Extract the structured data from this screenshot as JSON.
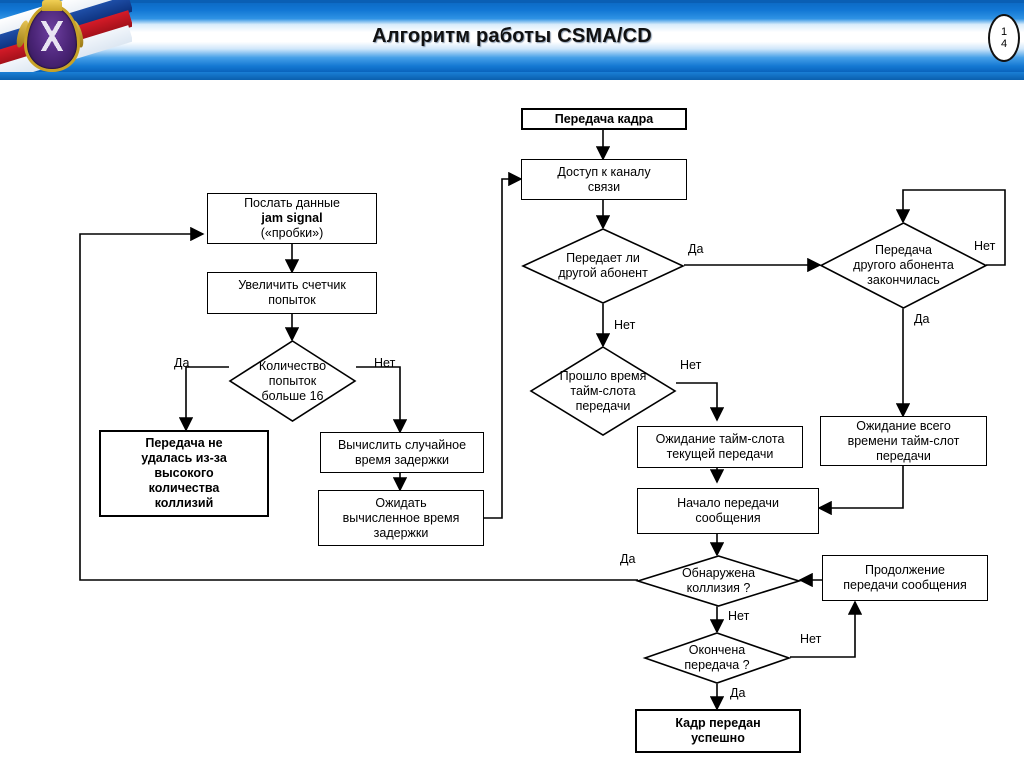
{
  "header": {
    "title": "Алгоритм  работы CSMA/CD",
    "page_top": "1",
    "page_bottom": "4",
    "emblem_name": "russian-coat-of-arms-emblem",
    "accent_color": "#0a66c0"
  },
  "diagram": {
    "type": "flowchart",
    "nodes": {
      "start_frame": "Передача кадра",
      "channel_access_l1": "Доступ к каналу",
      "channel_access_l2": "связи",
      "other_transmits_l1": "Передает ли",
      "other_transmits_l2": "другой абонент",
      "other_finished_l1": "Передача",
      "other_finished_l2": "другого абонента",
      "other_finished_l3": "закончилась",
      "slot_time_passed_l1": "Прошло время",
      "slot_time_passed_l2": "тайм-слота",
      "slot_time_passed_l3": "передачи",
      "wait_current_slot_l1": "Ожидание тайм-слота",
      "wait_current_slot_l2": "текущей передачи",
      "wait_full_slot_l1": "Ожидание всего",
      "wait_full_slot_l2": "времени тайм-слот",
      "wait_full_slot_l3": "передачи",
      "start_transmit_l1": "Начало передачи",
      "start_transmit_l2": "сообщения",
      "collision_detected_l1": "Обнаружена",
      "collision_detected_l2": "коллизия ?",
      "continue_transmit_l1": "Продолжение",
      "continue_transmit_l2": "передачи сообщения",
      "transmit_finished_l1": "Окончена",
      "transmit_finished_l2": "передача ?",
      "frame_sent_l1": "Кадр передан",
      "frame_sent_l2": "успешно",
      "send_jam_l1": "Послать данные",
      "send_jam_l2": "jam signal",
      "send_jam_l3": "(«пробки»)",
      "inc_counter_l1": "Увеличить счетчик",
      "inc_counter_l2": "попыток",
      "attempts_gt16_l1": "Количество",
      "attempts_gt16_l2": "попыток",
      "attempts_gt16_l3": "больше 16",
      "failed_l1": "Передача не",
      "failed_l2": "удалась из-за",
      "failed_l3": "высокого",
      "failed_l4": "количества",
      "failed_l5": "коллизий",
      "calc_backoff_l1": "Вычислить случайное",
      "calc_backoff_l2": "время задержки",
      "wait_backoff_l1": "Ожидать",
      "wait_backoff_l2": "вычисленное время",
      "wait_backoff_l3": "задержки"
    },
    "edge_labels": {
      "other_transmits_yes": "Да",
      "other_transmits_no": "Нет",
      "other_finished_no": "Нет",
      "other_finished_yes": "Да",
      "slot_passed_no": "Нет",
      "collision_yes": "Да",
      "collision_no": "Нет",
      "transmit_finished_no": "Нет",
      "transmit_finished_yes": "Да",
      "attempts_yes": "Да",
      "attempts_no": "Нет"
    },
    "line_color": "#000000",
    "box_fill": "#ffffff"
  }
}
